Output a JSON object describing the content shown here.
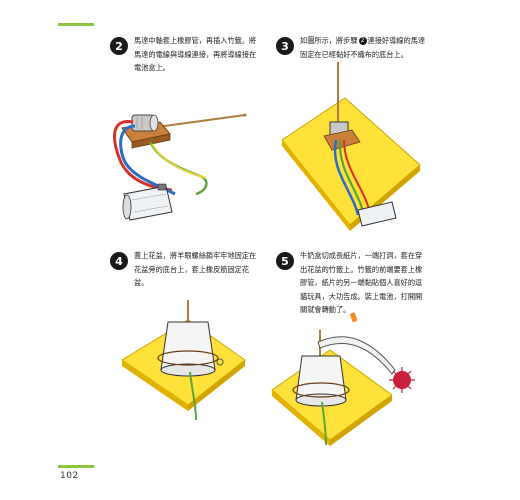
{
  "page_number": "102",
  "steps": [
    {
      "num": "2",
      "lines": [
        "馬達中軸套上橡膠管，再插入竹籤。將",
        "馬達的電線與導線連接，再將導線接在",
        "電池盒上。"
      ]
    },
    {
      "num": "3",
      "lines_a": [
        "如圖所示，將步驟"
      ],
      "ref": "2",
      "line1_rest": "連接好導線的馬達",
      "lines_b": [
        "固定在已經黏好不織布的底台上。"
      ]
    },
    {
      "num": "4",
      "lines": [
        "蓋上花盆，將羊眼螺絲鎖牢牢地固定在",
        "花盆旁的底台上，套上橡皮筋固定花",
        "盆。"
      ]
    },
    {
      "num": "5",
      "lines": [
        "牛奶盒切成長紙片，一端打洞，套在穿",
        "出花盆的竹籤上。竹籤的前端要套上橡",
        "膠管，紙片的另一端黏貼個人喜好的逗",
        "貓玩具，大功告成。裝上電池，打開開",
        "關就會轉動了。"
      ]
    }
  ],
  "colors": {
    "accent_green": "#8cc63f",
    "board_yellow": "#ffe13a",
    "wire_red": "#d6322b",
    "wire_blue": "#2b6cc4",
    "wire_green": "#5aa53c"
  }
}
